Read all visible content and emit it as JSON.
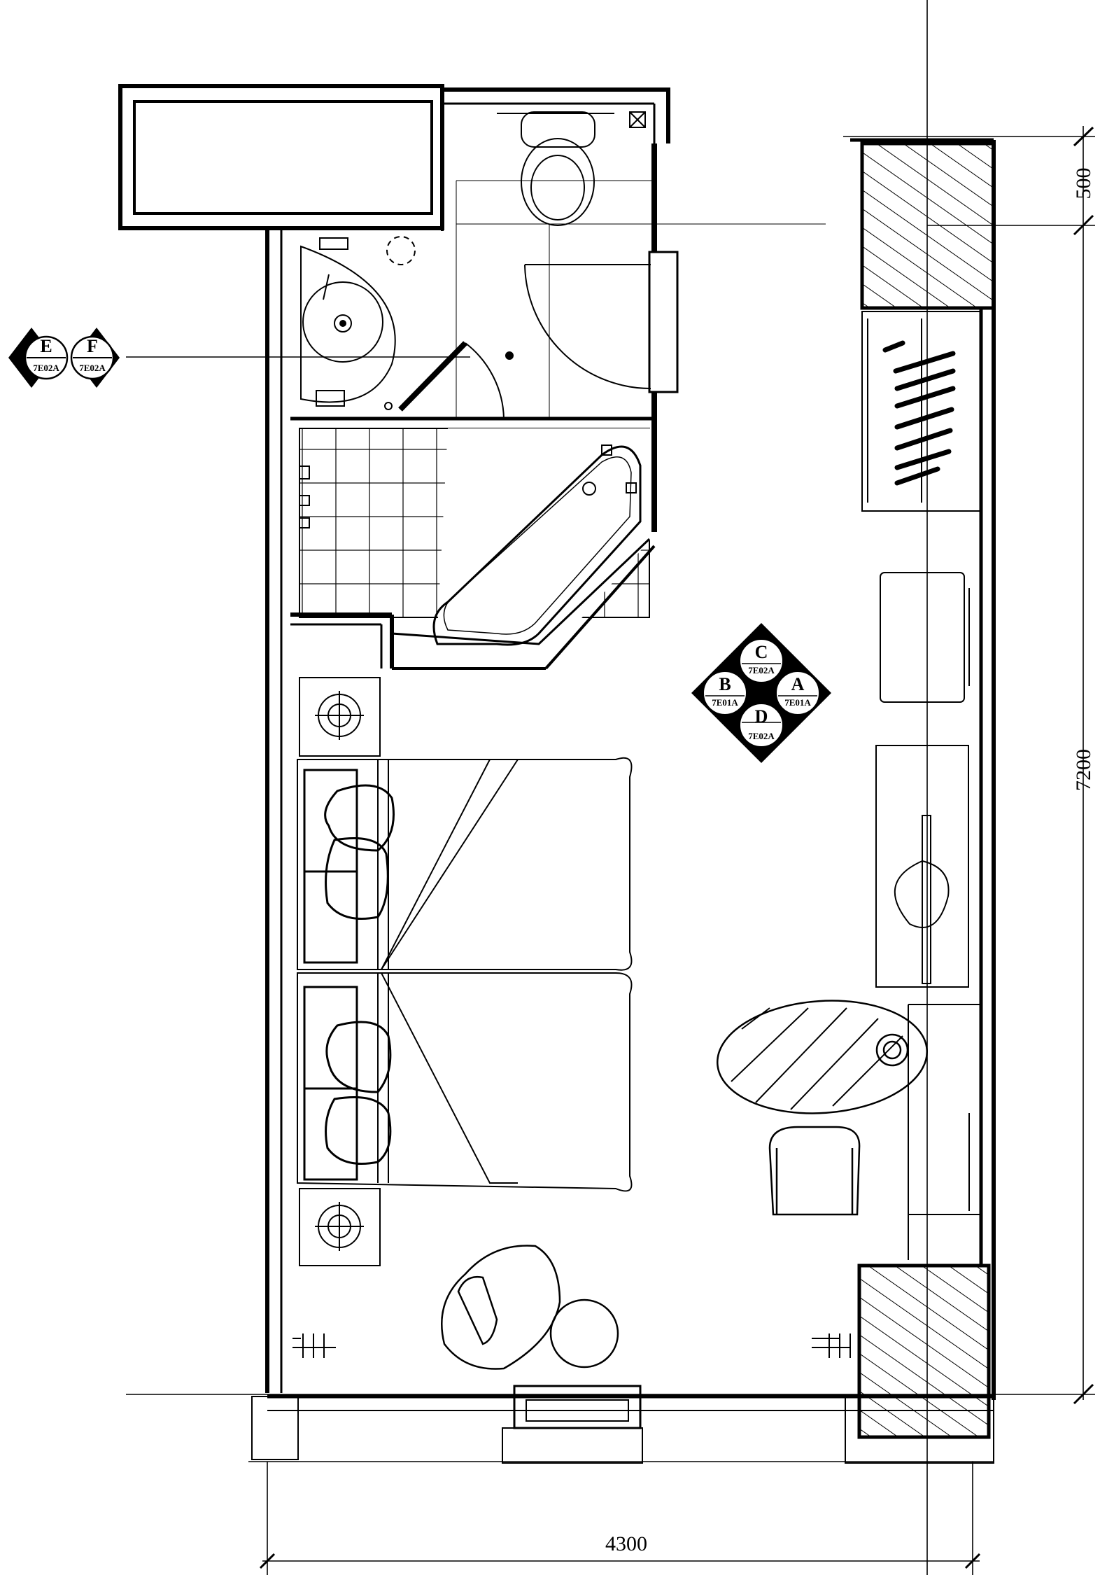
{
  "dimensions": {
    "top_right": "500",
    "right": "7200",
    "bottom": "4300"
  },
  "section_markers": [
    {
      "letter": "E",
      "ref": "7E02A"
    },
    {
      "letter": "F",
      "ref": "7E02A"
    }
  ],
  "elevation_marker": {
    "top": {
      "letter": "C",
      "ref": "7E02A"
    },
    "left": {
      "letter": "B",
      "ref": "7E01A"
    },
    "right": {
      "letter": "A",
      "ref": "7E01A"
    },
    "bottom": {
      "letter": "D",
      "ref": "7E02A"
    }
  },
  "colors": {
    "line": "#000000",
    "background": "#ffffff"
  }
}
